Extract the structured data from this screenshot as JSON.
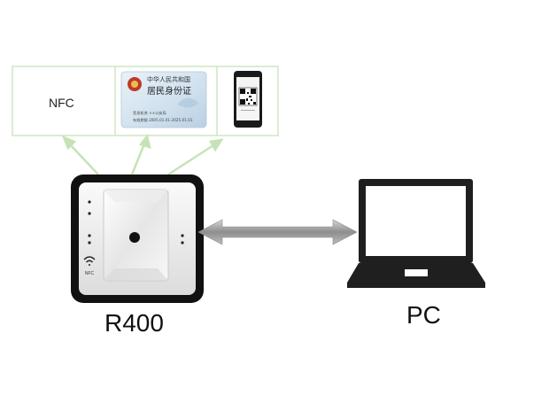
{
  "inputs": {
    "nfc_label": "NFC",
    "id_card": {
      "title": "中华人民共和国",
      "subtitle": "居民身份证",
      "line1": "签发机关 ××公安局",
      "line2": "有效期限 2005.01.01-2025.01.01"
    }
  },
  "reader": {
    "nfc_mark": "NFC"
  },
  "labels": {
    "reader": "R400",
    "pc": "PC"
  },
  "colors": {
    "panel_border": "#cfe6c4",
    "arrow_up": "#c6e3b6",
    "arrow_link": "#9a9a9a",
    "device_body": "#111111",
    "device_face": "#f2f2f2",
    "laptop": "#1f1f1f",
    "card_bg": "#dbe9f3",
    "emblem": "#c0392b"
  }
}
